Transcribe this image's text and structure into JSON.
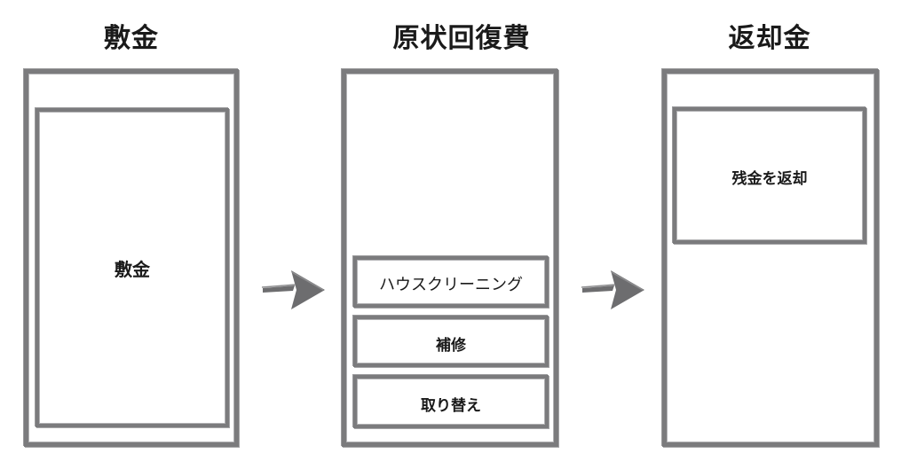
{
  "columns": [
    {
      "title": "敷金",
      "inner_label": "敷金"
    },
    {
      "title": "原状回復費",
      "items": [
        "ハウスクリーニング",
        "補修",
        "取り替え"
      ]
    },
    {
      "title": "返却金",
      "inner_label": "残金を返却"
    }
  ],
  "colors": {
    "stroke": "#7b7b7d",
    "text": "#1a1a1a",
    "background": "#ffffff"
  }
}
